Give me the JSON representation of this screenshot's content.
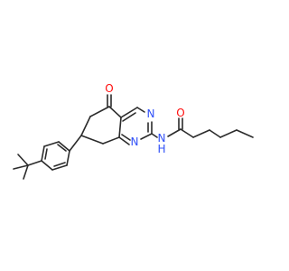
{
  "colors": {
    "bond": "#2b2b2b",
    "nitrogen": "#3050f8",
    "oxygen": "#ff0d0d",
    "background": "#ffffff"
  },
  "atom_labels": {
    "ketone_oxygen": "O",
    "ring_n3": "N",
    "ring_n1": "N",
    "amide_nh": "N",
    "amide_h": "H",
    "amide_oxygen": "O"
  }
}
